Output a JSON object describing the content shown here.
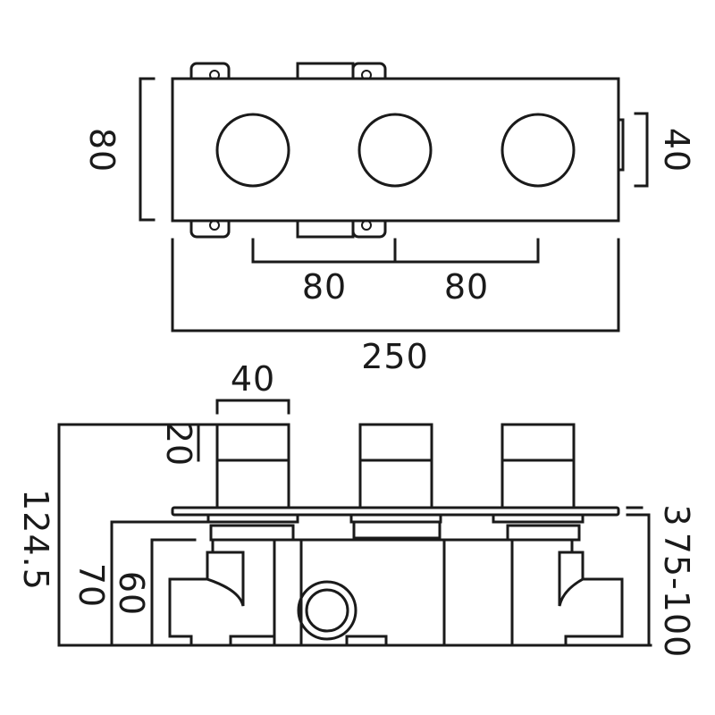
{
  "dimensions": {
    "top_height": "80",
    "top_side_depth": "40",
    "top_spacing_left": "80",
    "top_spacing_right": "80",
    "top_overall_width": "250",
    "handle_width": "40",
    "handle_height": "20",
    "total_depth": "124.5",
    "body_depth_70": "70",
    "body_depth_60": "60",
    "plate_thickness": "3",
    "wall_range": "75-100"
  },
  "colors": {
    "line": "#1a1a1a",
    "background": "#ffffff"
  }
}
